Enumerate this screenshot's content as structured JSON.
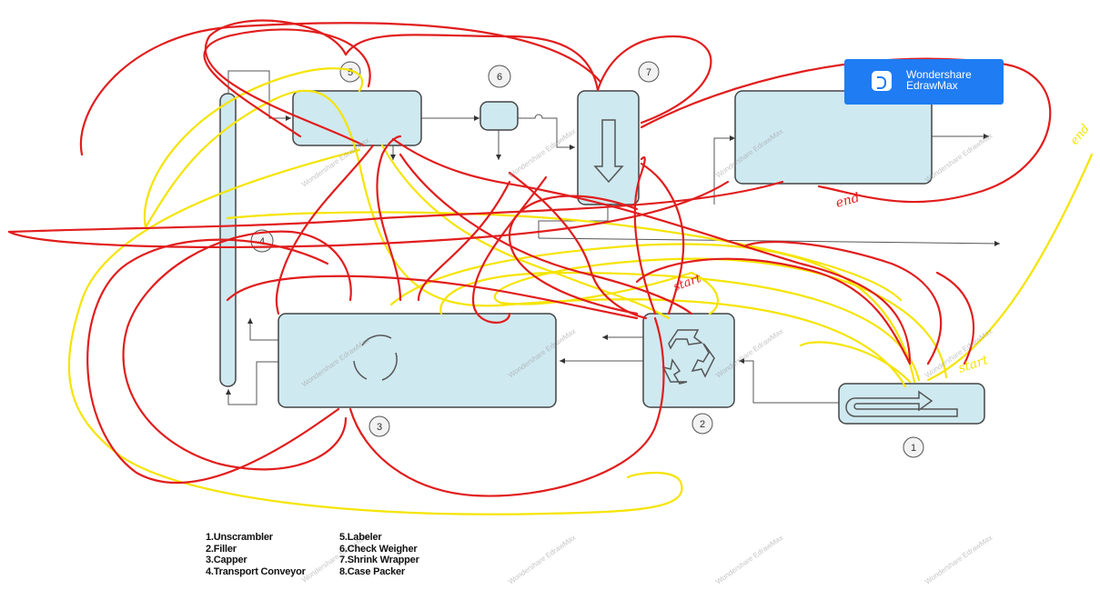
{
  "nodes": [
    {
      "id": "1",
      "label": "1"
    },
    {
      "id": "2",
      "label": "2"
    },
    {
      "id": "3",
      "label": "3"
    },
    {
      "id": "4",
      "label": "4"
    },
    {
      "id": "5",
      "label": "5"
    },
    {
      "id": "6",
      "label": "6"
    },
    {
      "id": "7",
      "label": "7"
    }
  ],
  "legend": [
    "1.Unscrambler",
    "5.Labeler",
    "2.Filler",
    "6.Check Weigher",
    "3.Capper",
    "7.Shrink Wrapper",
    "4.Transport Conveyor",
    "8.Case Packer"
  ],
  "annotations": {
    "start_1": "start",
    "start_2": "start",
    "end_1": "end",
    "end_2": "end"
  },
  "badge": {
    "line1": "Wondershare",
    "line2": "EdrawMax"
  },
  "watermark": "Wondershare EdrawMax",
  "colors": {
    "equipment_fill": "#cfe9f0",
    "equipment_stroke": "#444444",
    "red_annotation": "#e11d1d",
    "yellow_annotation": "#f5e400",
    "badge": "#1f7cf2"
  }
}
